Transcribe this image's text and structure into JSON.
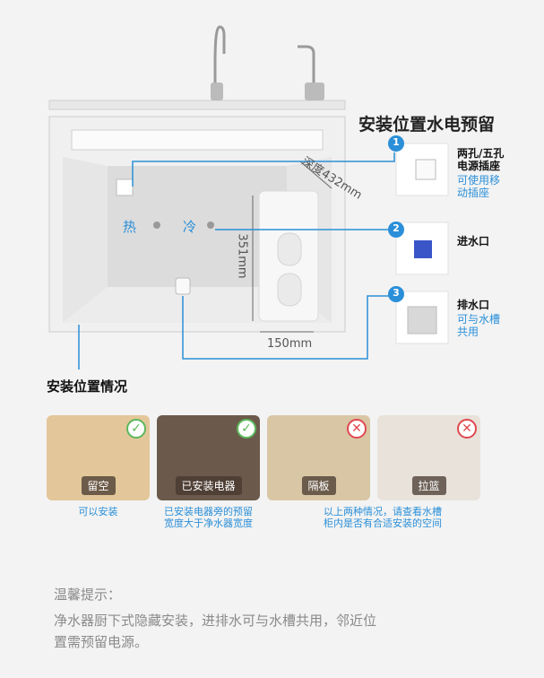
{
  "diagram": {
    "title": "安装位置水电预留",
    "hot_label": "热",
    "cold_label": "冷",
    "depth_label": "深度432mm",
    "height_label": "351mm",
    "width_label": "150mm",
    "annotations": [
      {
        "number": "1",
        "title_lines": [
          "两孔/五孔",
          "电源插座"
        ],
        "sub_lines": [
          "可使用移",
          "动插座"
        ]
      },
      {
        "number": "2",
        "title_lines": [
          "进水口"
        ],
        "sub_lines": []
      },
      {
        "number": "3",
        "title_lines": [
          "排水口"
        ],
        "sub_lines": [
          "可与水槽",
          "共用"
        ]
      }
    ]
  },
  "situations": {
    "title": "安装位置情况",
    "cards": [
      {
        "tag": "留空",
        "status": "ok",
        "caption_lines": [
          "可以安装"
        ]
      },
      {
        "tag": "已安装电器",
        "status": "ok",
        "caption_lines": [
          "已安装电器旁的预留",
          "宽度大于净水器宽度"
        ]
      },
      {
        "tag": "隔板",
        "status": "no",
        "caption_lines": [
          "以上两种情况，请查看水槽",
          "柜内是否有合适安装的空间"
        ]
      },
      {
        "tag": "拉篮",
        "status": "no",
        "caption_lines": []
      }
    ]
  },
  "tips": {
    "title": "温馨提示：",
    "lines": [
      "净水器厨下式隐藏安装，进排水可与水槽共用，邻近位",
      "置需预留电源。"
    ]
  },
  "colors": {
    "accent": "#2a8fd8",
    "ok": "#5cb85c",
    "no": "#e0484f"
  }
}
